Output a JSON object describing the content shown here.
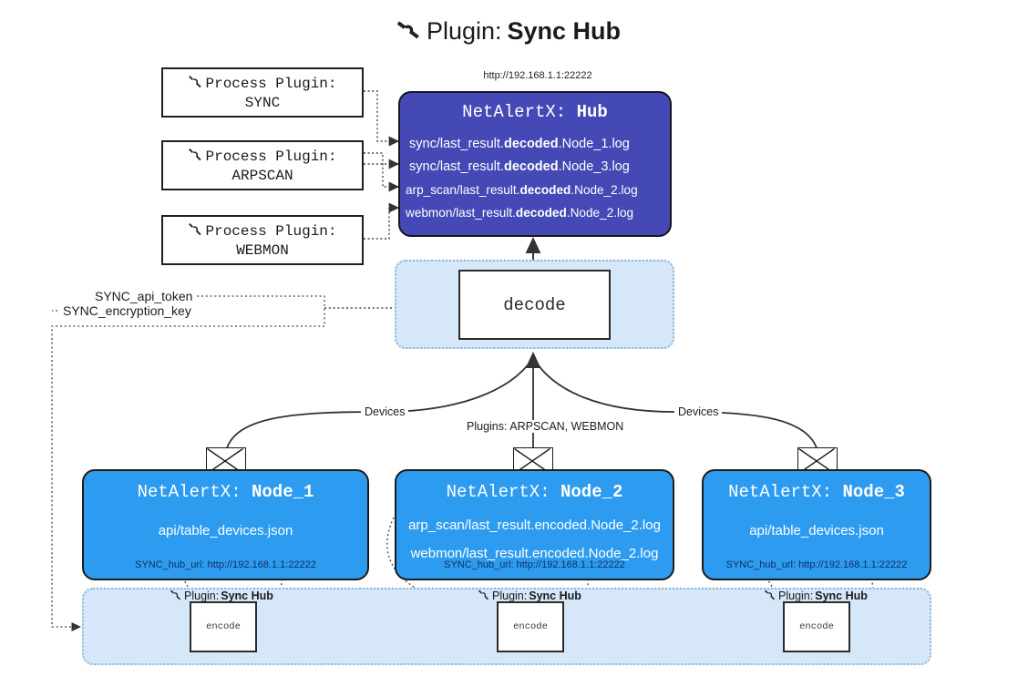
{
  "title": {
    "icon": "plug-icon",
    "prefix": "Plugin: ",
    "name": "Sync Hub"
  },
  "hub_url_label": "http://192.168.1.1:22222",
  "process_plugins": [
    {
      "icon": "plug-icon",
      "line1": "Process Plugin:",
      "line2": "SYNC"
    },
    {
      "icon": "plug-icon",
      "line1": "Process Plugin:",
      "line2": "ARPSCAN"
    },
    {
      "icon": "plug-icon",
      "line1": "Process Plugin:",
      "line2": "WEBMON"
    }
  ],
  "hub": {
    "title_prefix": "NetAlertX: ",
    "title_name": "Hub",
    "logs": [
      {
        "pre": "sync/last_result.",
        "mid": "decoded",
        "post": ".Node_1.log"
      },
      {
        "pre": "sync/last_result.",
        "mid": "decoded",
        "post": ".Node_3.log"
      },
      {
        "pre": "arp_scan/last_result.",
        "mid": "decoded",
        "post": ".Node_2.log"
      },
      {
        "pre": "webmon/last_result.",
        "mid": "decoded",
        "post": ".Node_2.log"
      }
    ]
  },
  "decode": {
    "label": "decode"
  },
  "settings": {
    "api_token": "SYNC_api_token",
    "encryption_key": "SYNC_encryption_key"
  },
  "edge_labels": {
    "devices_left": "Devices",
    "devices_right": "Devices",
    "plugins_middle": "Plugins: ARPSCAN, WEBMON"
  },
  "nodes": [
    {
      "title_prefix": "NetAlertX: ",
      "title_name": "Node_1",
      "lines": [
        "api/table_devices.json"
      ],
      "url": "SYNC_hub_url: http://192.168.1.1:22222",
      "icon": "envelope-icon"
    },
    {
      "title_prefix": "NetAlertX: ",
      "title_name": "Node_2",
      "lines": [
        "arp_scan/last_result.encoded.Node_2.log",
        "webmon/last_result.encoded.Node_2.log"
      ],
      "url": "SYNC_hub_url: http://192.168.1.1:22222",
      "icon": "envelope-icon"
    },
    {
      "title_prefix": "NetAlertX: ",
      "title_name": "Node_3",
      "lines": [
        "api/table_devices.json"
      ],
      "url": "SYNC_hub_url: http://192.168.1.1:22222",
      "icon": "envelope-icon"
    }
  ],
  "encoders": [
    {
      "plugin_prefix": "Plugin: ",
      "plugin_name": "Sync Hub",
      "label": "encode",
      "icon": "plug-icon"
    },
    {
      "plugin_prefix": "Plugin: ",
      "plugin_name": "Sync Hub",
      "label": "encode",
      "icon": "plug-icon"
    },
    {
      "plugin_prefix": "Plugin: ",
      "plugin_name": "Sync Hub",
      "label": "encode",
      "icon": "plug-icon"
    }
  ],
  "colors": {
    "hub_bg": "#4449b5",
    "node_bg": "#2d9bf0",
    "container_bg": "#d5e7f9",
    "line": "#333333"
  }
}
